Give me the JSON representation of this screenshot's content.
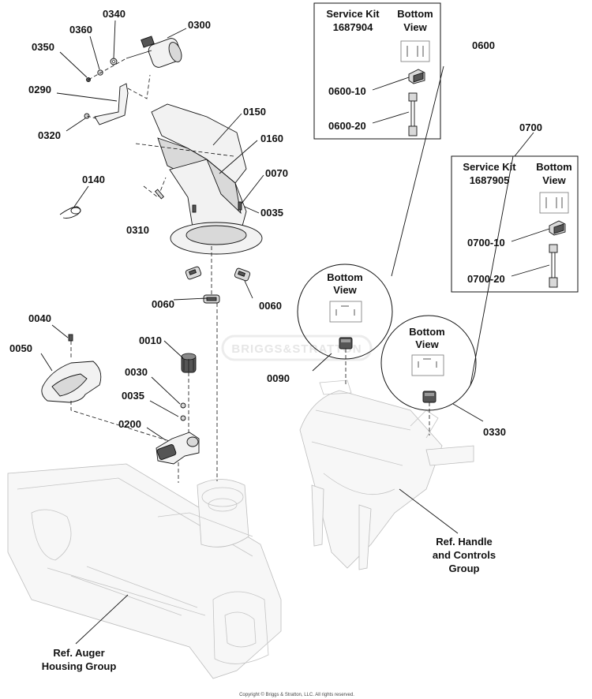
{
  "labels": {
    "p0340": "0340",
    "p0300": "0300",
    "p0360": "0360",
    "p0350": "0350",
    "p0290": "0290",
    "p0320": "0320",
    "p0150": "0150",
    "p0160": "0160",
    "p0070": "0070",
    "p0035a": "0035",
    "p0140": "0140",
    "p0310": "0310",
    "p0060a": "0060",
    "p0060b": "0060",
    "p0040": "0040",
    "p0050": "0050",
    "p0010": "0010",
    "p0030": "0030",
    "p0035b": "0035",
    "p0200": "0200",
    "p0600": "0600",
    "p0600_10": "0600-10",
    "p0600_20": "0600-20",
    "p0700": "0700",
    "p0700_10": "0700-10",
    "p0700_20": "0700-20",
    "p0090": "0090",
    "p0330": "0330"
  },
  "kit_0600": {
    "title": "Service Kit",
    "number": "1687904",
    "view_line1": "Bottom",
    "view_line2": "View"
  },
  "kit_0700": {
    "title": "Service Kit",
    "number": "1687905",
    "view_line1": "Bottom",
    "view_line2": "View"
  },
  "detail_0090": {
    "line1": "Bottom",
    "line2": "View"
  },
  "detail_0330": {
    "line1": "Bottom",
    "line2": "View"
  },
  "refs": {
    "handle_line1": "Ref. Handle",
    "handle_line2": "and Controls",
    "handle_line3": "Group",
    "auger_line1": "Ref. Auger",
    "auger_line2": "Housing Group"
  },
  "watermark": "BRIGGS&STRATTON",
  "copyright": "Copyright © Briggs & Stratton, LLC. All rights reserved."
}
